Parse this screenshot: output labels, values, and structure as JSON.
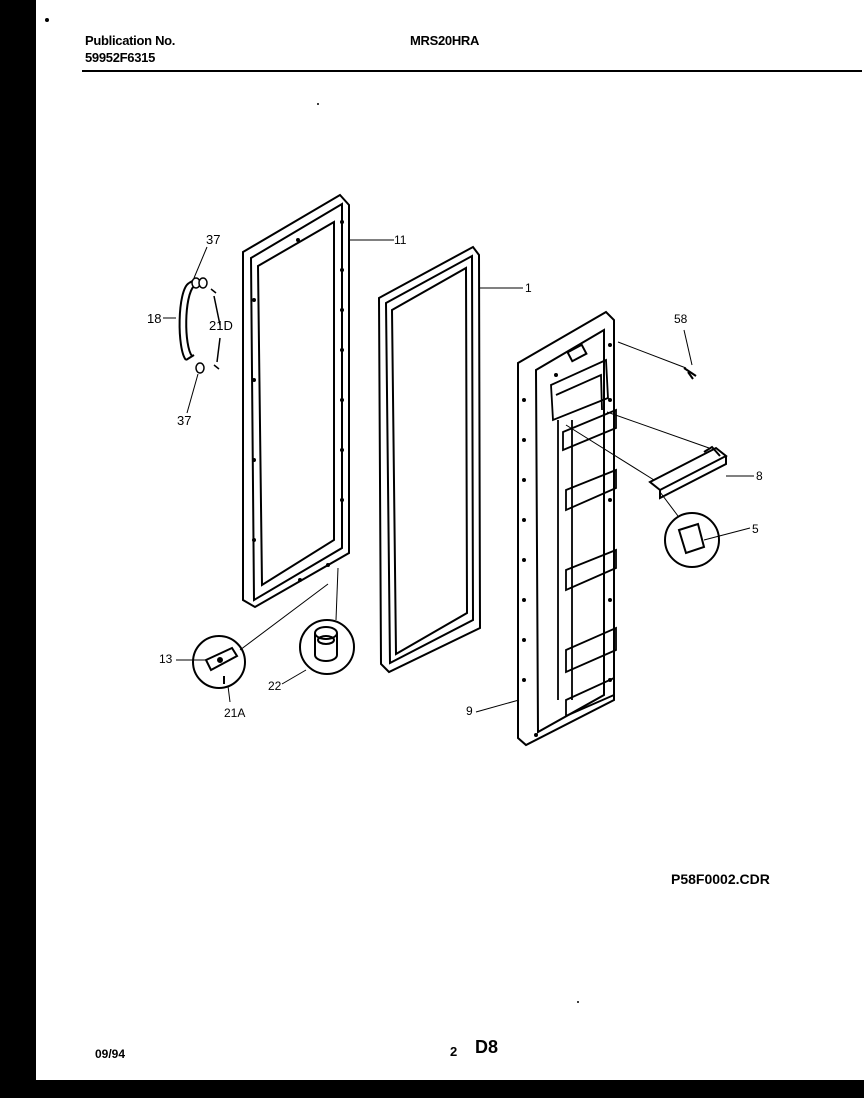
{
  "header": {
    "publication_label": "Publication No.",
    "publication_number": "59952F6315",
    "model": "MRS20HRA"
  },
  "callouts": {
    "c37_top": "37",
    "c37_bottom": "37",
    "c18": "18",
    "c21d": "21D",
    "c11": "11",
    "c1": "1",
    "c58": "58",
    "c8": "8",
    "c5": "5",
    "c13": "13",
    "c21a": "21A",
    "c22": "22",
    "c9": "9"
  },
  "footer": {
    "drawing_file": "P58F0002.CDR",
    "date": "09/94",
    "page_number": "2",
    "section": "D8"
  }
}
